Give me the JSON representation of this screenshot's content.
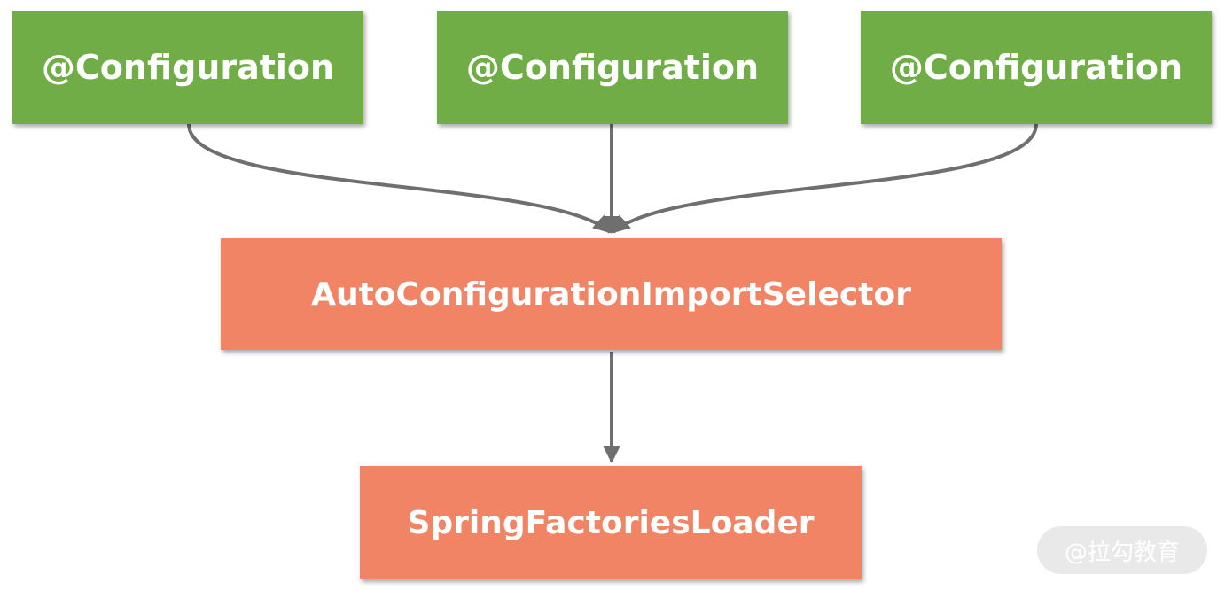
{
  "diagram": {
    "nodes": {
      "config_1": "@Configuration",
      "config_2": "@Configuration",
      "config_3": "@Configuration",
      "selector": "AutoConfigurationImportSelector",
      "loader": "SpringFactoriesLoader"
    },
    "edges": [
      {
        "from": "config_1",
        "to": "selector"
      },
      {
        "from": "config_2",
        "to": "selector"
      },
      {
        "from": "config_3",
        "to": "selector"
      },
      {
        "from": "selector",
        "to": "loader"
      }
    ]
  },
  "watermark": "@拉勾教育",
  "colors": {
    "config_fill": "#70ad47",
    "class_fill": "#f08464",
    "connector": "#6f6f6f",
    "text": "#ffffff"
  }
}
